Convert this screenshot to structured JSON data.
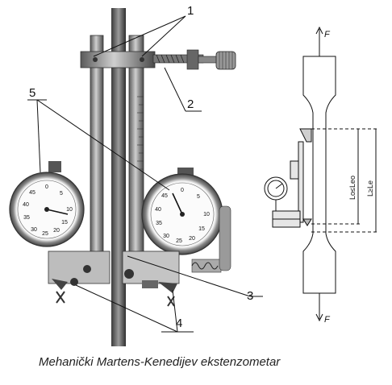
{
  "figure": {
    "caption": "Mehanički Martens-Kenedijev ekstenzometar",
    "callouts": [
      "1",
      "2",
      "3",
      "4",
      "5"
    ],
    "schematic": {
      "force_top": "F",
      "force_bottom": "F",
      "gauge_label_left": "Lo≤Leo",
      "gauge_label_right": "L≥Le"
    },
    "dial_left_numbers": [
      "10",
      "15",
      "20",
      "25",
      "30",
      "35",
      "40",
      "45",
      "5",
      "0"
    ],
    "dial_right_numbers": [
      "10",
      "15",
      "20",
      "25",
      "30",
      "35",
      "40",
      "45",
      "5",
      "0"
    ]
  }
}
